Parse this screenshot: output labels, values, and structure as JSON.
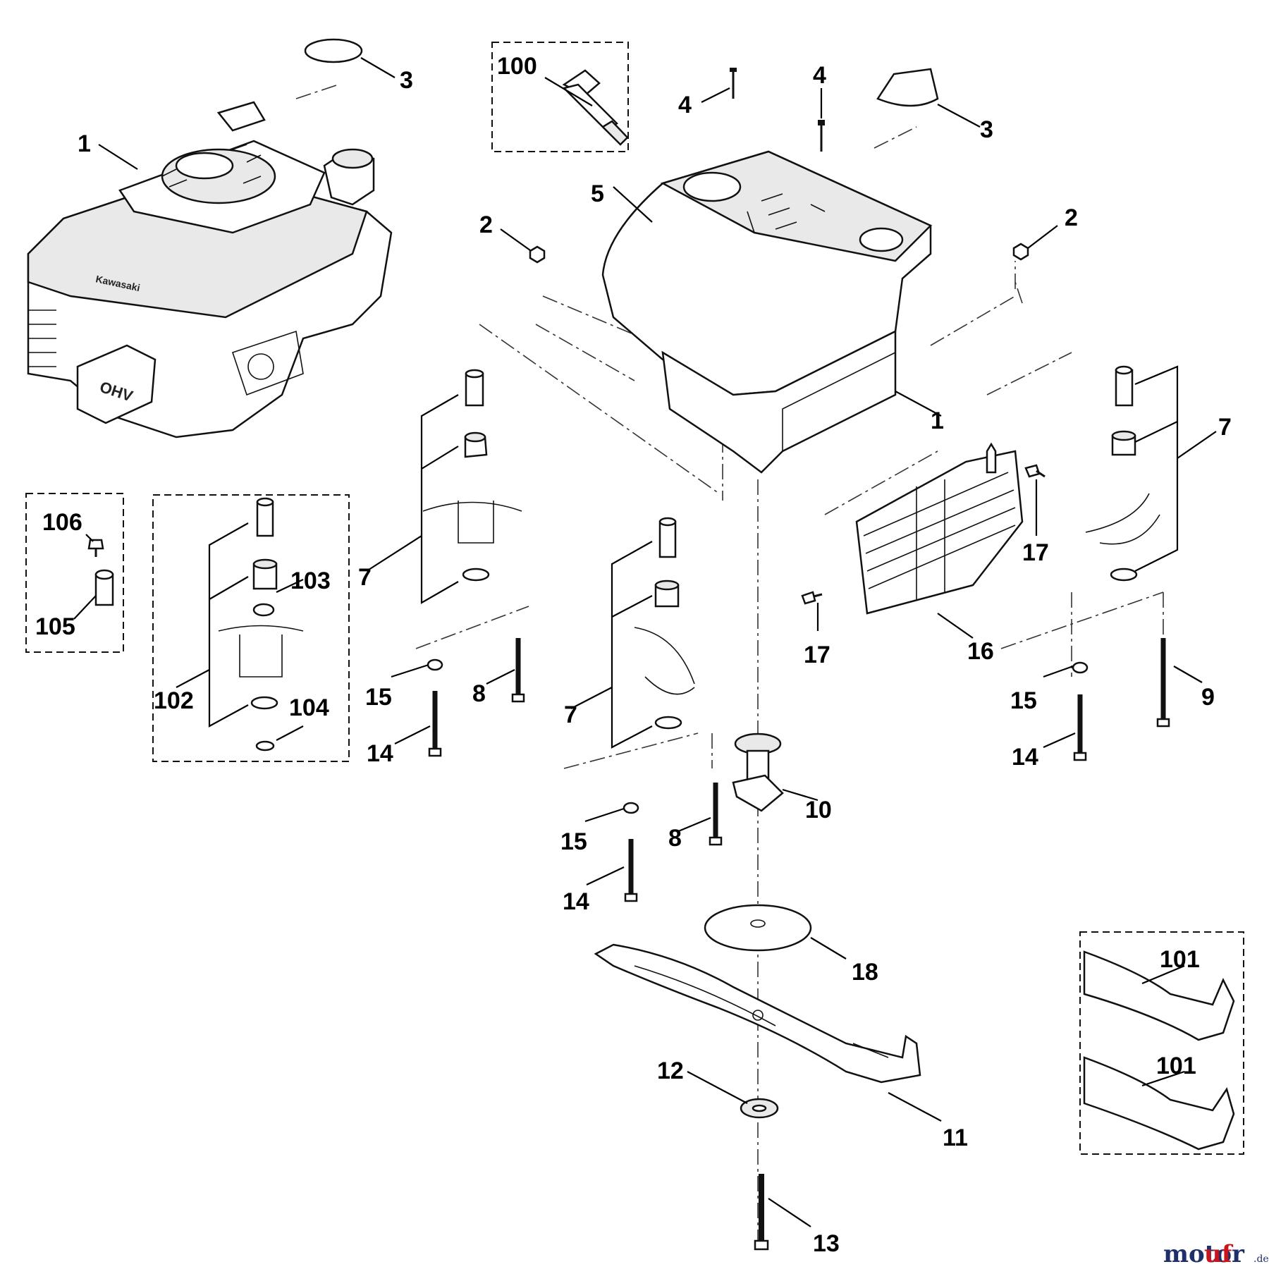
{
  "callouts": {
    "engine": "1",
    "engine_housing": "1",
    "nut_left": "2",
    "nut_right": "2",
    "cap_left": "3",
    "cap_right": "3",
    "screw_small_left": "4",
    "screw_small_right": "4",
    "cover": "5",
    "mount_left": "7",
    "mount_center": "7",
    "mount_right": "7",
    "bolt_8_upper": "8",
    "bolt_8_lower": "8",
    "bolt_9": "9",
    "blade_adapter": "10",
    "blade": "11",
    "blade_washer": "12",
    "blade_bolt": "13",
    "bolt_14_left": "14",
    "bolt_14_lower": "14",
    "bolt_14_right": "14",
    "washer_15_left": "15",
    "washer_15_lower": "15",
    "washer_15_right": "15",
    "cover_plate": "16",
    "screw_17_top": "17",
    "screw_17_bottom": "17",
    "disc": "18",
    "spark_plug_boot": "100",
    "blade_alt_top": "101",
    "blade_alt_bottom": "101",
    "mount_kit": "102",
    "kit_washer": "103",
    "kit_small_washer": "104",
    "spacer": "105",
    "spacer_screw": "106"
  },
  "engine_badge": "OHV",
  "brand_plate": "Kawasaki",
  "watermark": {
    "part_a": "motor",
    "part_b": "uf",
    "suffix": ".de"
  }
}
